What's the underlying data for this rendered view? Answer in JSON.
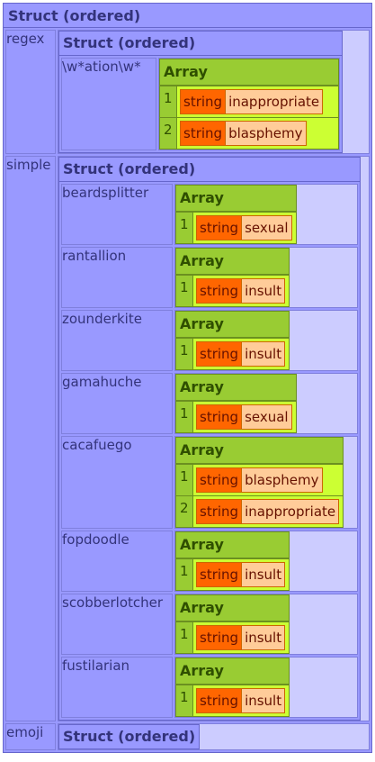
{
  "root": {
    "title": "Struct (ordered)",
    "regex": {
      "key": "regex",
      "struct_title": "Struct (ordered)",
      "entry_key": "\\w*ation\\w*",
      "array_title": "Array",
      "items": [
        {
          "index": "1",
          "type": "string",
          "value": "inappropriate"
        },
        {
          "index": "2",
          "type": "string",
          "value": "blasphemy"
        }
      ]
    },
    "simple": {
      "key": "simple",
      "struct_title": "Struct (ordered)",
      "entries": [
        {
          "key": "beardsplitter",
          "array_title": "Array",
          "items": [
            {
              "index": "1",
              "type": "string",
              "value": "sexual"
            }
          ]
        },
        {
          "key": "rantallion",
          "array_title": "Array",
          "items": [
            {
              "index": "1",
              "type": "string",
              "value": "insult"
            }
          ]
        },
        {
          "key": "zounderkite",
          "array_title": "Array",
          "items": [
            {
              "index": "1",
              "type": "string",
              "value": "insult"
            }
          ]
        },
        {
          "key": "gamahuche",
          "array_title": "Array",
          "items": [
            {
              "index": "1",
              "type": "string",
              "value": "sexual"
            }
          ]
        },
        {
          "key": "cacafuego",
          "array_title": "Array",
          "items": [
            {
              "index": "1",
              "type": "string",
              "value": "blasphemy"
            },
            {
              "index": "2",
              "type": "string",
              "value": "inappropriate"
            }
          ]
        },
        {
          "key": "fopdoodle",
          "array_title": "Array",
          "items": [
            {
              "index": "1",
              "type": "string",
              "value": "insult"
            }
          ]
        },
        {
          "key": "scobberlotcher",
          "array_title": "Array",
          "items": [
            {
              "index": "1",
              "type": "string",
              "value": "insult"
            }
          ]
        },
        {
          "key": "fustilarian",
          "array_title": "Array",
          "items": [
            {
              "index": "1",
              "type": "string",
              "value": "insult"
            }
          ]
        }
      ]
    },
    "emoji": {
      "key": "emoji",
      "struct_title": "Struct (ordered)"
    }
  },
  "colors": {
    "struct_bg": "#9999ff",
    "struct_value_bg": "#ccccff",
    "array_bg": "#99cc33",
    "array_cell_bg": "#ccff33",
    "type_bg": "#ff6600",
    "type_value_bg": "#ffcc99"
  }
}
